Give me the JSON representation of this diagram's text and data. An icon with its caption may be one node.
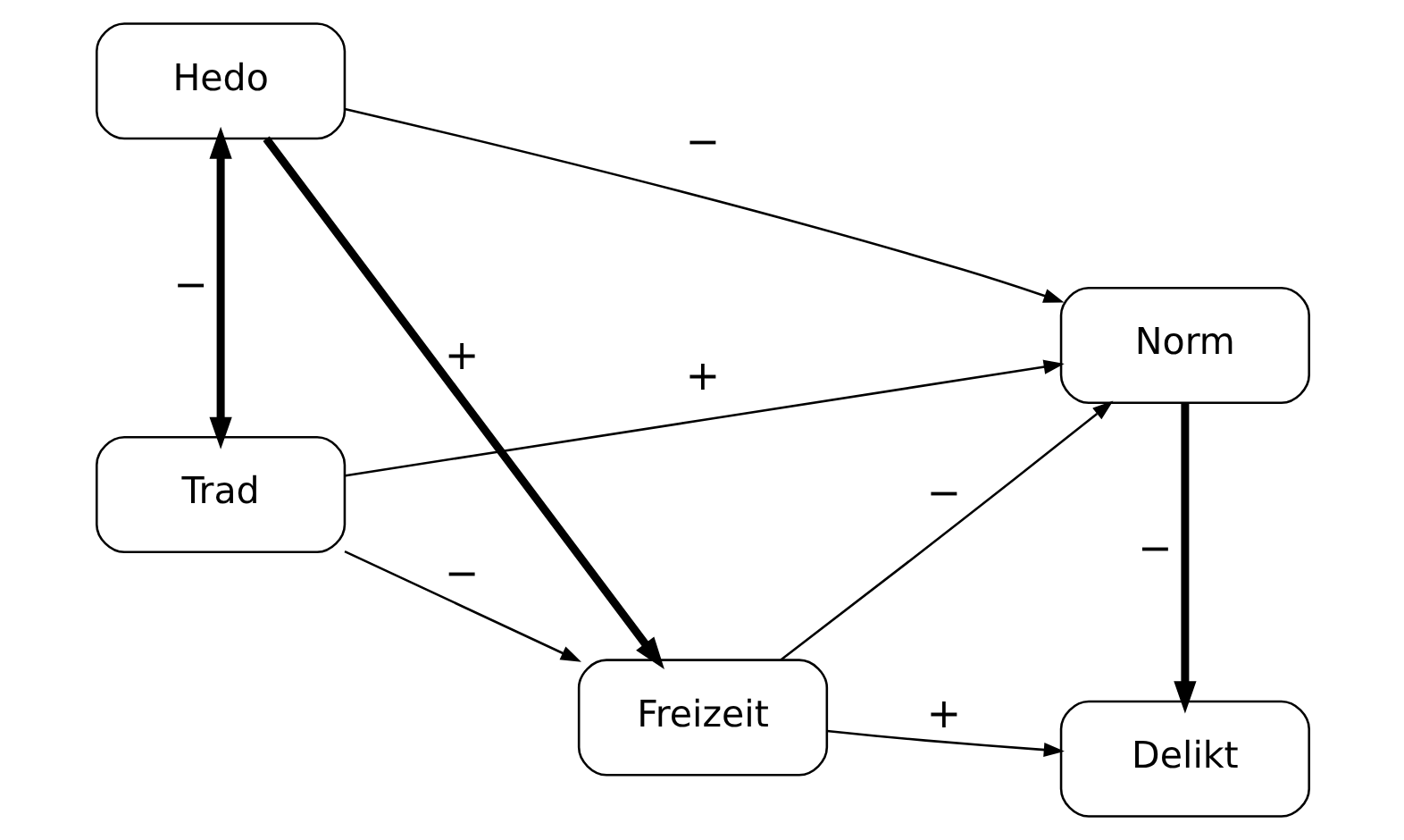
{
  "diagram": {
    "nodes": [
      {
        "text": [
          "Hedo"
        ]
      },
      {
        "text": [
          "Freizeit"
        ]
      },
      {
        "text": [
          "Trad"
        ]
      },
      {
        "text": [
          "Norm"
        ]
      },
      {
        "text": [
          "Delikt"
        ]
      }
    ],
    "edges": [
      {
        "from": 0,
        "to": 1,
        "arrow": "to",
        "label": "+",
        "style": "thick"
      },
      {
        "from": 0,
        "to": 3,
        "arrow": "to",
        "label": "−"
      },
      {
        "from": 0,
        "to": 2,
        "arrow": "both",
        "label": "−",
        "style": "thick"
      },
      {
        "from": 2,
        "to": 1,
        "arrow": "to",
        "label": "−"
      },
      {
        "from": 2,
        "to": 3,
        "arrow": "to",
        "label": "+"
      },
      {
        "from": 1,
        "to": 3,
        "arrow": "to",
        "label": "−"
      },
      {
        "from": 1,
        "to": 4,
        "arrow": "to",
        "label": "+"
      },
      {
        "from": 3,
        "to": 4,
        "arrow": "to",
        "label": "−",
        "style": "thick"
      }
    ]
  }
}
